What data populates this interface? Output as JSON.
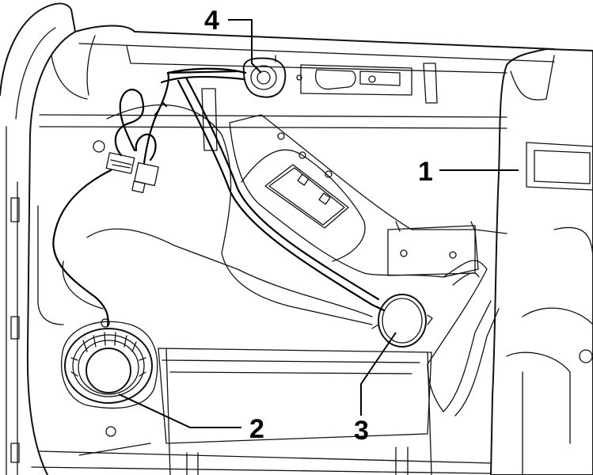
{
  "diagram": {
    "callouts": [
      {
        "id": "c1",
        "label": "1",
        "part": "door-trim-panel"
      },
      {
        "id": "c2",
        "label": "2",
        "part": "woofer-speaker"
      },
      {
        "id": "c3",
        "label": "3",
        "part": "tweeter-speaker"
      },
      {
        "id": "c4",
        "label": "4",
        "part": "wire-grommet"
      }
    ]
  }
}
